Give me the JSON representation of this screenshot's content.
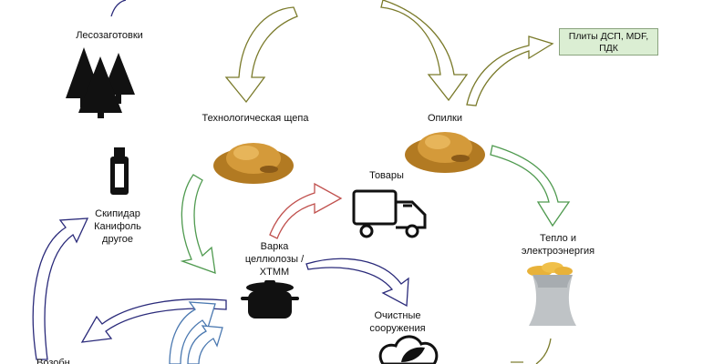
{
  "nodes": {
    "logging": "Лесозаготовки",
    "chips": "Технологическая щепа",
    "sawdust": "Опилки",
    "boards": "Плиты ДСП, MDF, ПДК",
    "goods": "Товары",
    "byproducts": "Скипидар Канифоль другое",
    "pulping": "Варка целлюлозы / ХТММ",
    "energy": "Тепло и электроэнергия",
    "treatment": "Очистные сооружения",
    "partial_left": "Возобн"
  },
  "icons": {
    "trees": "forest-icon",
    "chip_pile_1": "wood-chips-pile-icon",
    "chip_pile_2": "sawdust-pile-icon",
    "truck": "truck-icon",
    "bottle": "bottle-icon",
    "pot": "cooking-pot-icon",
    "tower": "cooling-tower-icon",
    "cloud": "cloud-leaf-icon"
  },
  "colors": {
    "olive_arrow": "#7a7a2a",
    "red_arrow": "#c0504d",
    "green_arrow": "#4f9a4f",
    "navy_arrow": "#2a2a7a",
    "blue_arrow": "#4a78b0",
    "box_fill": "#dbeed3"
  }
}
